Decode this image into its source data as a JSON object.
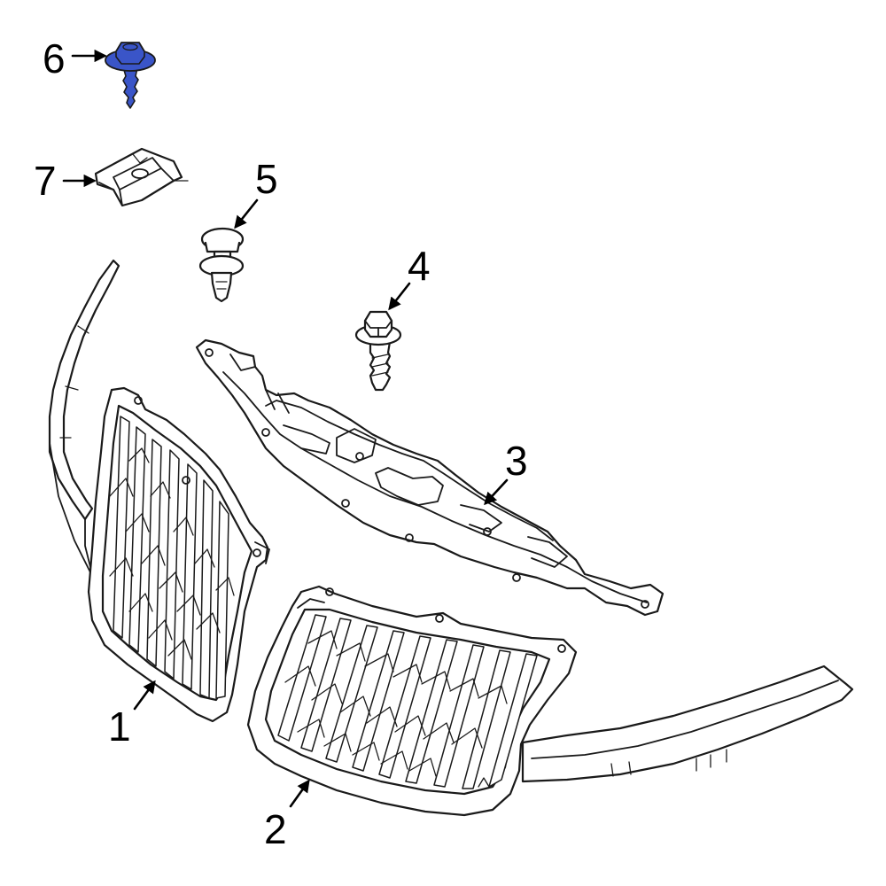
{
  "callouts": [
    {
      "id": "1",
      "label": "1"
    },
    {
      "id": "2",
      "label": "2"
    },
    {
      "id": "3",
      "label": "3"
    },
    {
      "id": "4",
      "label": "4"
    },
    {
      "id": "5",
      "label": "5"
    },
    {
      "id": "6",
      "label": "6"
    },
    {
      "id": "7",
      "label": "7"
    }
  ],
  "colors": {
    "highlight": "#3a55c8",
    "line": "#1a1a1a",
    "background": "#ffffff"
  },
  "highlighted_part": "6"
}
